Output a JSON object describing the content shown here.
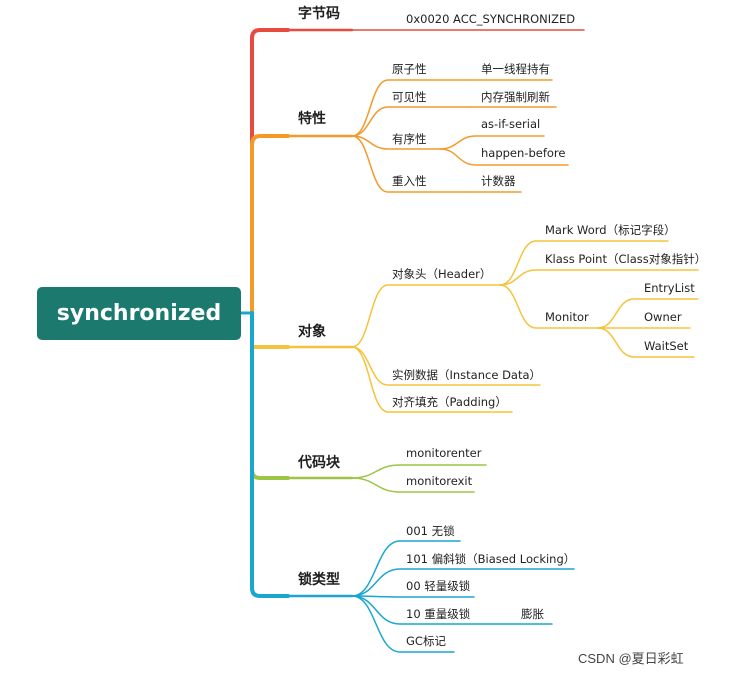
{
  "colors": {
    "root_bg": "#1b7a6d",
    "bytecode": "#e84a3f",
    "features": "#f39a2b",
    "object": "#f5c33b",
    "code_block": "#9bc544",
    "lock_types": "#19a6d0"
  },
  "root": {
    "label": "synchronized"
  },
  "bytecode": {
    "label": "字节码",
    "items": [
      "0x0020 ACC_SYNCHRONIZED"
    ]
  },
  "features": {
    "label": "特性",
    "atomic": {
      "label": "原子性",
      "detail": "单一线程持有"
    },
    "visibility": {
      "label": "可见性",
      "detail": "内存强制刷新"
    },
    "ordering": {
      "label": "有序性",
      "details": [
        "as-if-serial",
        "happen-before"
      ]
    },
    "reentrant": {
      "label": "重入性",
      "detail": "计数器"
    }
  },
  "object": {
    "label": "对象",
    "header": {
      "label": "对象头（Header）",
      "mark_word": "Mark Word（标记字段）",
      "klass_point": "Klass Point（Class对象指针）",
      "monitor": {
        "label": "Monitor",
        "children": [
          "EntryList",
          "Owner",
          "WaitSet"
        ]
      }
    },
    "instance_data": "实例数据（Instance Data）",
    "padding": "对齐填充（Padding）"
  },
  "code_block": {
    "label": "代码块",
    "items": [
      "monitorenter",
      "monitorexit"
    ]
  },
  "lock_types": {
    "label": "锁类型",
    "no_lock": "001 无锁",
    "biased": "101 偏斜锁（Biased Locking）",
    "lightweight": "00 轻量级锁",
    "heavyweight": {
      "label": "10 重量级锁",
      "detail": "膨胀"
    },
    "gc": "GC标记"
  },
  "watermark": "CSDN @夏日彩虹"
}
